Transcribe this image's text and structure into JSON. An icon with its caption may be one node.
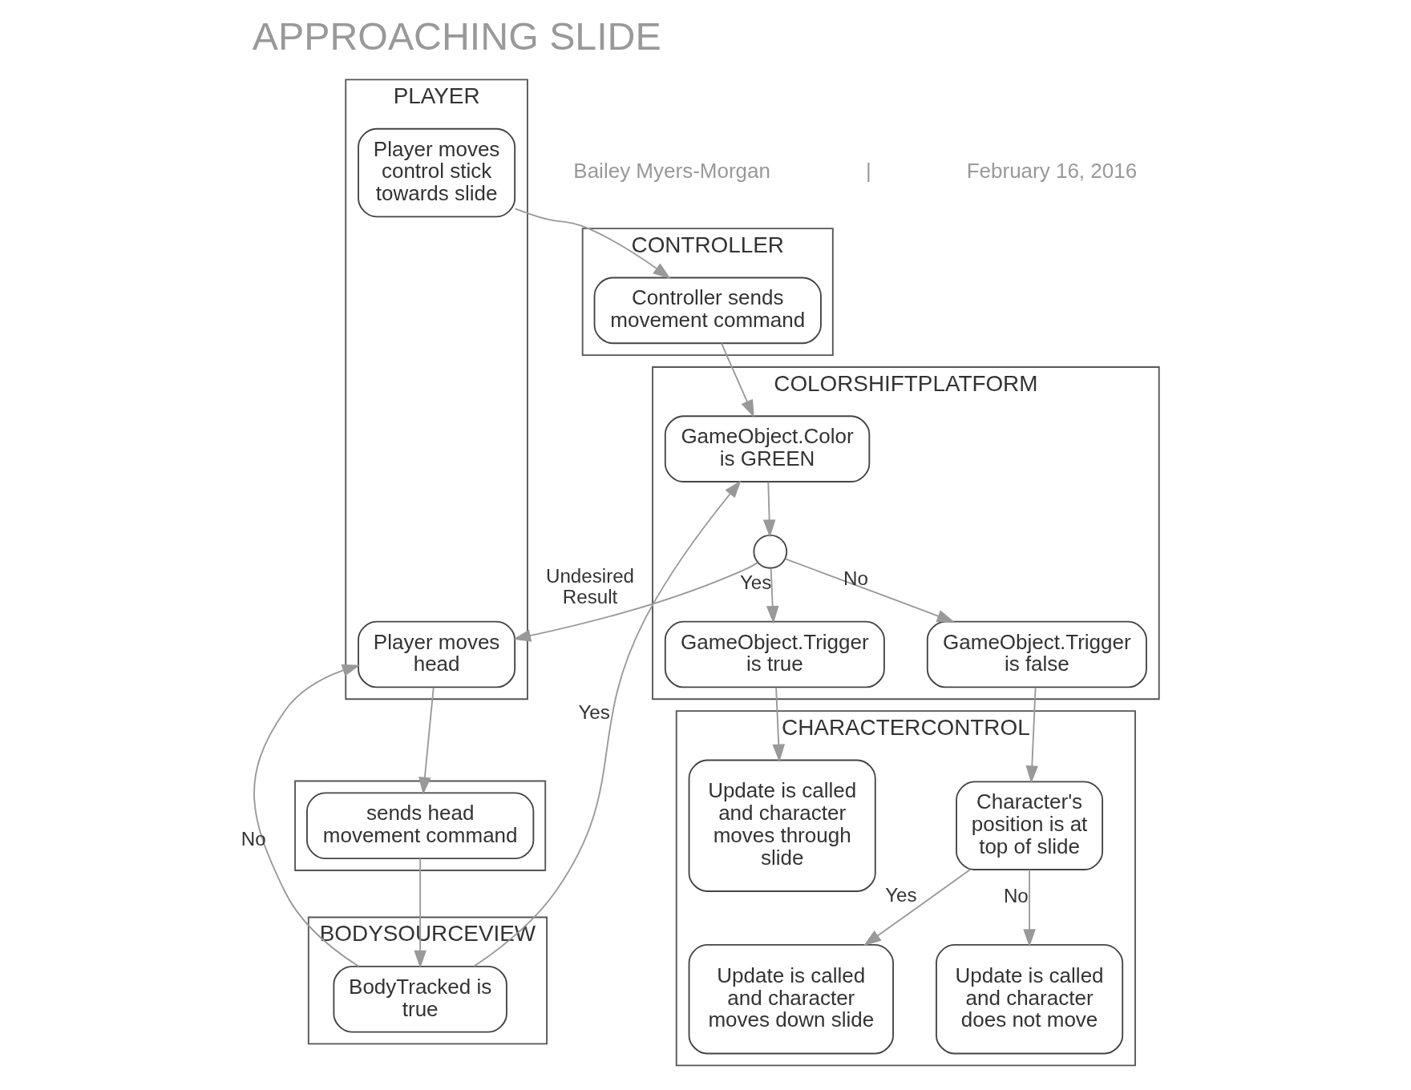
{
  "diagram": {
    "title": "APPROACHING SLIDE",
    "nodes": [
      {
        "text": [
          "PLAYER"
        ]
      },
      {
        "text": [
          "CONTROLLER"
        ]
      },
      {
        "text": [],
        "shape": "box"
      },
      {
        "text": [
          "BODYSOURCEVIEW"
        ]
      },
      {
        "text": [
          "COLORSHIFTPLATFORM"
        ]
      },
      {
        "text": [
          "CHARACTERCONTROL"
        ]
      },
      {
        "text": [
          "Player moves control stick towards slide"
        ],
        "in": 0
      },
      {
        "text": [
          "Player moves head"
        ],
        "in": 0
      },
      {
        "text": [
          "Controller sends movement command"
        ],
        "in": 1
      },
      {
        "text": [
          "sends head movement command"
        ],
        "in": 2
      },
      {
        "text": [
          "BodyTracked is true"
        ],
        "in": 3
      },
      {
        "text": [
          "GameObject.Color is GREEN"
        ],
        "in": 4
      },
      {
        "text": [],
        "shape": "circle",
        "in": 4
      },
      {
        "text": [
          "GameObject.Trigger is true"
        ],
        "in": 4
      },
      {
        "text": [
          "GameObject.Trigger is false"
        ],
        "in": 4
      },
      {
        "text": [
          "Update is called and character moves through slide"
        ],
        "in": 5
      },
      {
        "text": [
          "Character's position is at top of slide"
        ],
        "in": 5
      },
      {
        "text": [
          "Update is called and character moves down slide"
        ],
        "in": 5
      },
      {
        "text": [
          "Update is called and character does not move"
        ],
        "in": 5
      }
    ],
    "edges": [
      {
        "from": 6,
        "to": 8,
        "arrow": "to"
      },
      {
        "from": 8,
        "to": 11,
        "arrow": "to"
      },
      {
        "from": 7,
        "to": 9,
        "arrow": "to"
      },
      {
        "from": 9,
        "to": 10,
        "arrow": "to"
      },
      {
        "from": 10,
        "to": 11,
        "arrow": "to",
        "label": "Yes"
      },
      {
        "from": 10,
        "to": 7,
        "arrow": "to",
        "label": "No"
      },
      {
        "from": 11,
        "to": 12,
        "arrow": "to"
      },
      {
        "from": 12,
        "to": 7,
        "arrow": "to",
        "label": "Undesired Result"
      },
      {
        "from": 12,
        "to": 13,
        "arrow": "to",
        "label": "Yes"
      },
      {
        "from": 12,
        "to": 14,
        "arrow": "to",
        "label": "No"
      },
      {
        "from": 13,
        "to": 15,
        "arrow": "to"
      },
      {
        "from": 14,
        "to": 16,
        "arrow": "to"
      },
      {
        "from": 16,
        "to": 17,
        "arrow": "to",
        "label": "Yes"
      },
      {
        "from": 16,
        "to": 18,
        "arrow": "to",
        "label": "No"
      }
    ],
    "labels": [
      "Bailey Myers-Morgan",
      "|",
      "February 16, 2016"
    ]
  }
}
